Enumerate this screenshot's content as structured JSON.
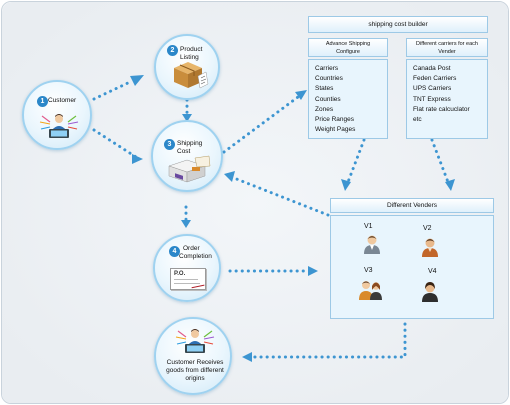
{
  "nodes": {
    "customer": {
      "num": "1",
      "label": "Customer"
    },
    "product_listing": {
      "num": "2",
      "label": "Product Listing"
    },
    "shipping_cost": {
      "num": "3",
      "label": "Shipping Cost"
    },
    "order_completion": {
      "num": "4",
      "label_line1": "Order",
      "label_line2": "Completion"
    },
    "receives": {
      "line1": "Customer Receives",
      "line2": "goods from different",
      "line3": "origins"
    }
  },
  "builder": {
    "title": "shipping cost builder",
    "left_head_line1": "Advance Shipping",
    "left_head_line2": "Configure",
    "right_head_line1": "Different carriers for each",
    "right_head_line2": "Vender",
    "left_items": [
      "Carriers",
      "Countries",
      "States",
      "Counties",
      "Zones",
      "Price Ranges",
      "Weight Pages"
    ],
    "right_items": [
      "Canada Post",
      "Feden Carriers",
      "UPS Carriers",
      "TNT Express",
      "Flat rate calcuclator",
      "etc"
    ]
  },
  "venders": {
    "title": "Different Venders",
    "v1": "V1",
    "v2": "V2",
    "v3": "V3",
    "v4": "V4"
  },
  "product_box_text": "",
  "order_form_text": "P.O.",
  "colors": {
    "accent": "#2b87c9",
    "arrow": "#3d95d1",
    "panel_bg": "#e8f5fd"
  }
}
